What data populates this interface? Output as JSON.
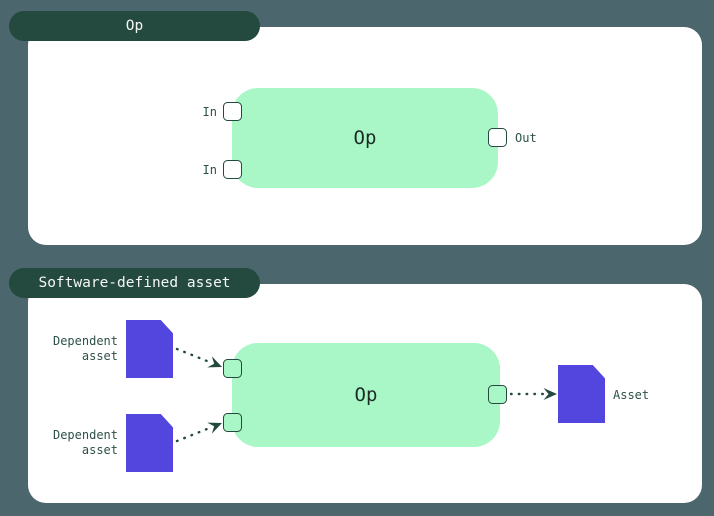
{
  "colors": {
    "bg": "#4C666E",
    "panel": "#FFFFFF",
    "tab": "#24493F",
    "tab_text": "#F5F7F5",
    "node": "#A9F7C6",
    "node_text": "#1C2B26",
    "edge": "#24493F",
    "label": "#2E5149",
    "asset": "#5246DF",
    "port_fill_op": "#FFFFFF"
  },
  "op_section": {
    "tab_label": "Op",
    "node_label": "Op",
    "input_labels": [
      "In",
      "In"
    ],
    "output_label": "Out"
  },
  "sda_section": {
    "tab_label": "Software-defined asset",
    "node_label": "Op",
    "dependent_asset_labels": [
      "Dependent asset",
      "Dependent asset"
    ],
    "asset_label": "Asset"
  }
}
